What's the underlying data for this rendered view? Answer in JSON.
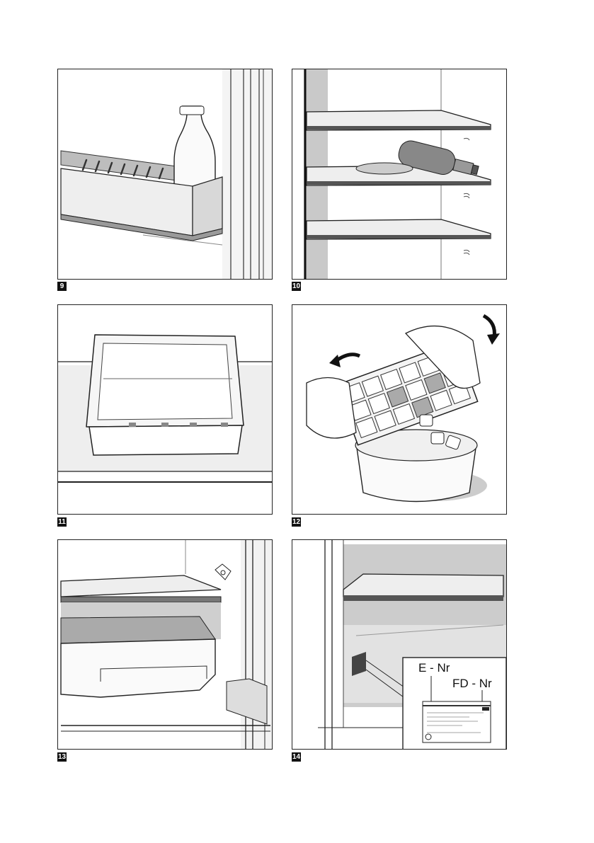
{
  "figures": [
    {
      "number": "9"
    },
    {
      "number": "10"
    },
    {
      "number": "11"
    },
    {
      "number": "12"
    },
    {
      "number": "13"
    },
    {
      "number": "14"
    }
  ],
  "rating_plate": {
    "e_nr_label": "E - Nr",
    "fd_nr_label": "FD - Nr"
  }
}
